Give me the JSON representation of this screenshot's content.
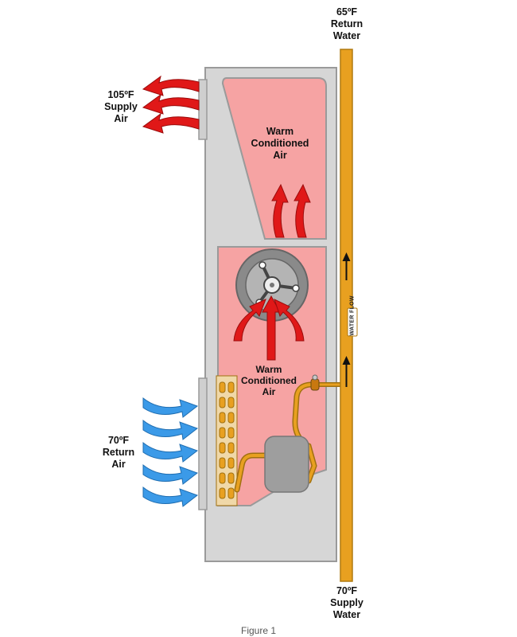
{
  "labels": {
    "return_water": [
      "65ºF",
      "Return",
      "Water"
    ],
    "supply_water": [
      "70ºF",
      "Supply",
      "Water"
    ],
    "supply_air": [
      "105ºF",
      "Supply",
      "Air"
    ],
    "return_air": [
      "70ºF",
      "Return",
      "Air"
    ],
    "upper_chamber": [
      "Warm",
      "Conditioned",
      "Air"
    ],
    "lower_chamber": [
      "Warm",
      "Conditioned",
      "Air"
    ],
    "water_flow": "WATER FLOW",
    "caption": "Figure 1"
  },
  "colors": {
    "cabinet": "#d6d6d6",
    "chamber": "#f6a3a3",
    "hot_air": "#e01818",
    "cold_air": "#3b9ae8",
    "water_pipe": "#e8a020",
    "fan": "#7d7d7d",
    "compressor": "#9e9e9e",
    "coil": "#e8a020"
  }
}
